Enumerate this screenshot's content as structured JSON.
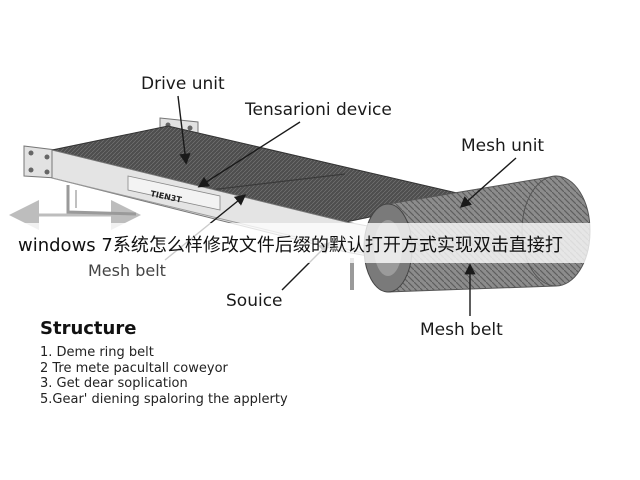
{
  "labels": {
    "drive_unit": "Drive unit",
    "tension_device": "Tensarioni device",
    "mesh_unit": "Mesh unit",
    "mesh_belt_left": "Mesh belt",
    "source": "Souice",
    "mesh_belt_right": "Mesh belt",
    "plate_text": "TIEN3T"
  },
  "banner": {
    "text": "windows 7系统怎么样修改文件后缀的默认打开方式实现双击直接打"
  },
  "structure": {
    "title": "Structure",
    "items": [
      "1. Deme ring belt",
      "2 Tre mete pacultall coweyor",
      "3. Get dear soplication",
      "5.Gear' diening spaloring the applerty"
    ]
  },
  "colors": {
    "belt": "#5a5a5a",
    "frame": "#d9d9d9",
    "roller": "#8a8a8a",
    "arrow": "#1a1a1a"
  }
}
